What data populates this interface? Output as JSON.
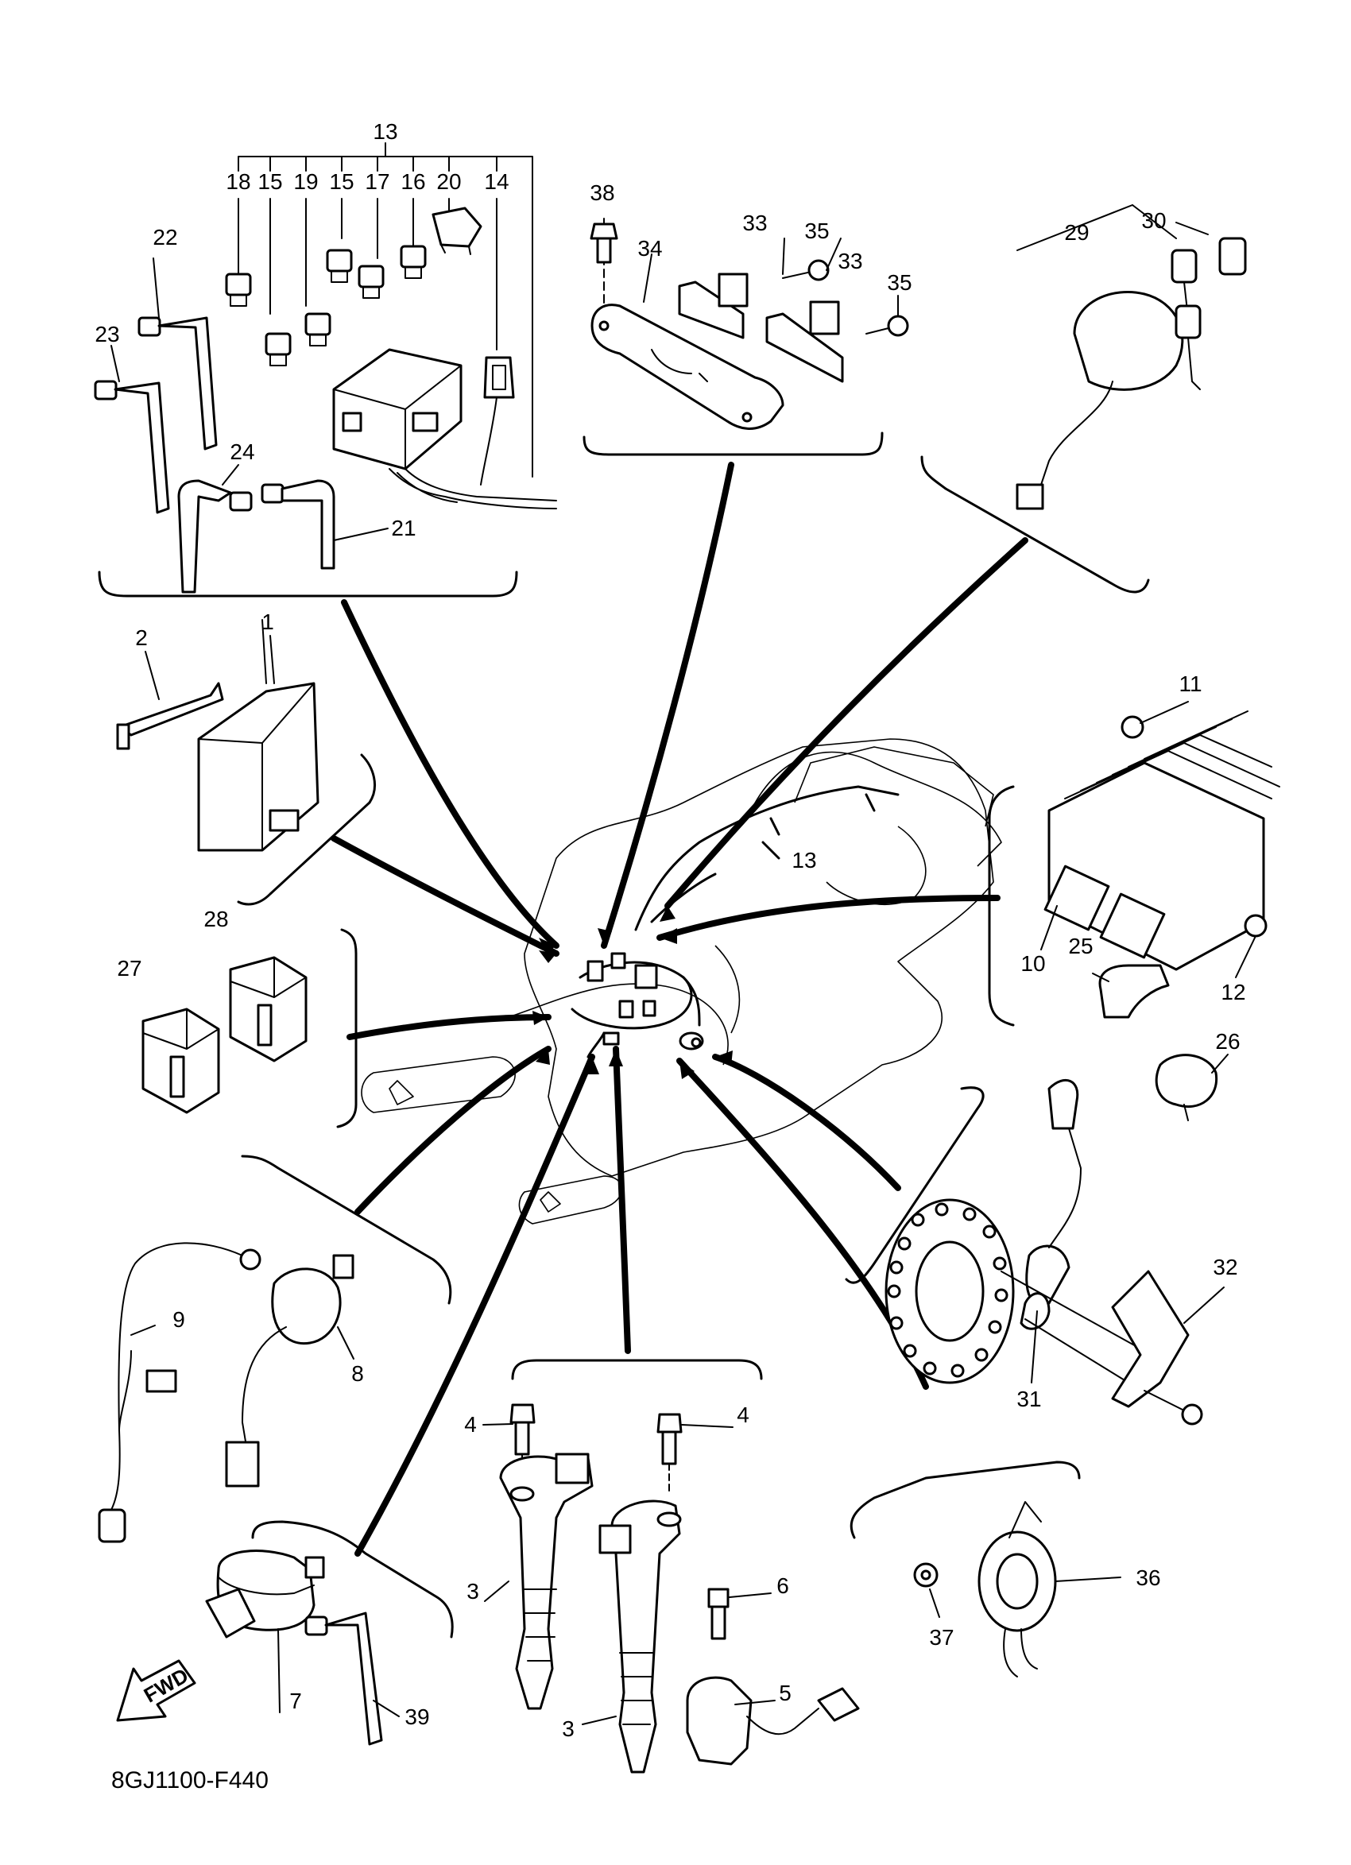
{
  "diagram": {
    "code": "8GJ1100-F440",
    "fwd": "FWD",
    "labels": [
      "13",
      "18",
      "15",
      "19",
      "15",
      "17",
      "16",
      "20",
      "14",
      "22",
      "23",
      "24",
      "21",
      "38",
      "33",
      "35",
      "34",
      "33",
      "35",
      "29",
      "30",
      "2",
      "1",
      "11",
      "13",
      "10",
      "12",
      "25",
      "28",
      "27",
      "26",
      "32",
      "31",
      "9",
      "8",
      "4",
      "4",
      "6",
      "5",
      "3",
      "3",
      "36",
      "37",
      "7",
      "39"
    ]
  }
}
